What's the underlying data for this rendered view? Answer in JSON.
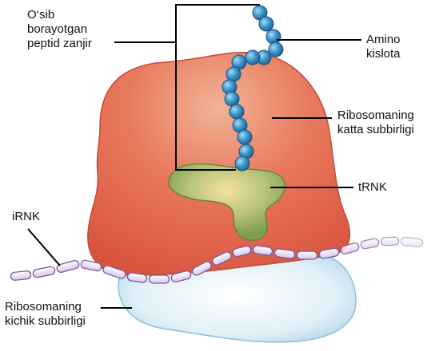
{
  "labels": {
    "peptide": "O‘sib\nborayotgan\npeptid zanjir",
    "amino_acid": "Amino\nkislota",
    "large_subunit": "Ribosomaning\nkatta subbirligi",
    "trna": "tRNK",
    "mrna": "iRNK",
    "small_subunit": "Ribosomaning\nkichik subbirligi"
  },
  "colors": {
    "large_subunit": "#e2684e",
    "small_subunit": "#d9ecf6",
    "trna": "#8fae5c",
    "amino_acid": "#3a8cc2",
    "mrna": "#e8dcf2",
    "leader_line": "#000000"
  }
}
